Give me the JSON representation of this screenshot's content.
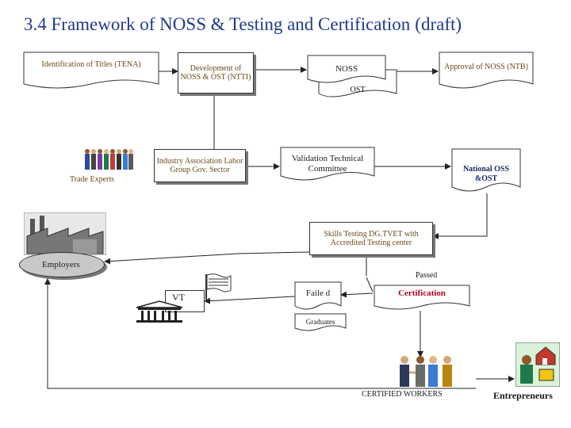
{
  "slide": {
    "title": "3.4 Framework of NOSS & Testing and Certification",
    "draft": "(draft)"
  },
  "nodes": {
    "tena": "Identification of Titles (TENA)",
    "development": "Development of NOSS & OST (NTTI)",
    "noss": "NOSS",
    "ost": "OST",
    "approval": "Approval of NOSS (NTB)",
    "trade_experts": "Trade Experts",
    "industry": "Industry Association Labor Group Gov. Sector",
    "validation": "Validation Technical Committee",
    "national": "National OSS &OST",
    "skills_testing": "Skills Testing DG.TVET with Accredited Testing center",
    "employers": "Employers",
    "passed": "Passed",
    "vt": "VT",
    "failed": "Faile d",
    "certification": "Certification",
    "graduates": "Graduates",
    "certified_workers": "CERTIFIED WORKERS",
    "entrepreneurs": "Entrepreneurs"
  },
  "colors": {
    "title": "#1f3a8a",
    "certification": "#b00020",
    "national": "#1a2a6b"
  }
}
